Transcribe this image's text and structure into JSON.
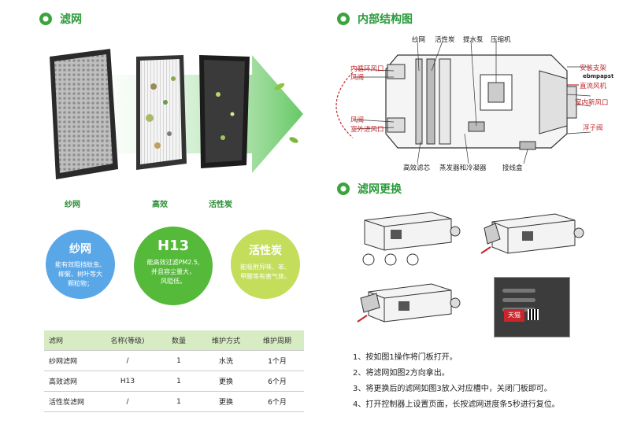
{
  "left": {
    "title": "滤网",
    "filters": [
      {
        "label": "纱网"
      },
      {
        "label": "高效"
      },
      {
        "label": "活性炭"
      }
    ],
    "circles": [
      {
        "title": "纱网",
        "desc": [
          "能有效阻挡蚊虫、",
          "柳絮、树叶等大",
          "颗粒物；"
        ],
        "color": "#5aa7e8"
      },
      {
        "title": "H13",
        "desc": [
          "能高效过滤PM2.5,",
          "并且容尘量大，",
          "风阻低。"
        ],
        "color": "#55b93a"
      },
      {
        "title": "活性炭",
        "desc": [
          "能吸附异味、苯、",
          "甲醛等有害气体。"
        ],
        "color": "#c4dd5a"
      }
    ],
    "table": {
      "headers": [
        "滤网",
        "名称(等级)",
        "数量",
        "维护方式",
        "维护周期"
      ],
      "rows": [
        [
          "纱网滤网",
          "/",
          "1",
          "水洗",
          "1个月"
        ],
        [
          "高效滤网",
          "H13",
          "1",
          "更换",
          "6个月"
        ],
        [
          "活性炭滤网",
          "/",
          "1",
          "更换",
          "6个月"
        ]
      ]
    }
  },
  "right": {
    "structure_title": "内部结构图",
    "top_labels": [
      "纱网",
      "活性炭",
      "提水泵",
      "压缩机"
    ],
    "left_labels": [
      "内循环风口",
      "风阀",
      "风阀",
      "室外进风口"
    ],
    "right_labels": [
      "安装支架",
      "ebmpapst",
      "直流风机",
      "室内新风口",
      "浮子阀"
    ],
    "bottom_labels": [
      "高效滤芯",
      "蒸发器和冷凝器",
      "接线盒"
    ],
    "replace_title": "滤网更换",
    "tmall": "天猫",
    "steps": [
      "1、按如图1操作将门板打开。",
      "2、将滤网如图2方向拿出。",
      "3、将更换后的滤网如图3放入对应槽中，关闭门板即可。",
      "4、打开控制器上设置页面，长按滤网进度条5秒进行复位。"
    ]
  }
}
